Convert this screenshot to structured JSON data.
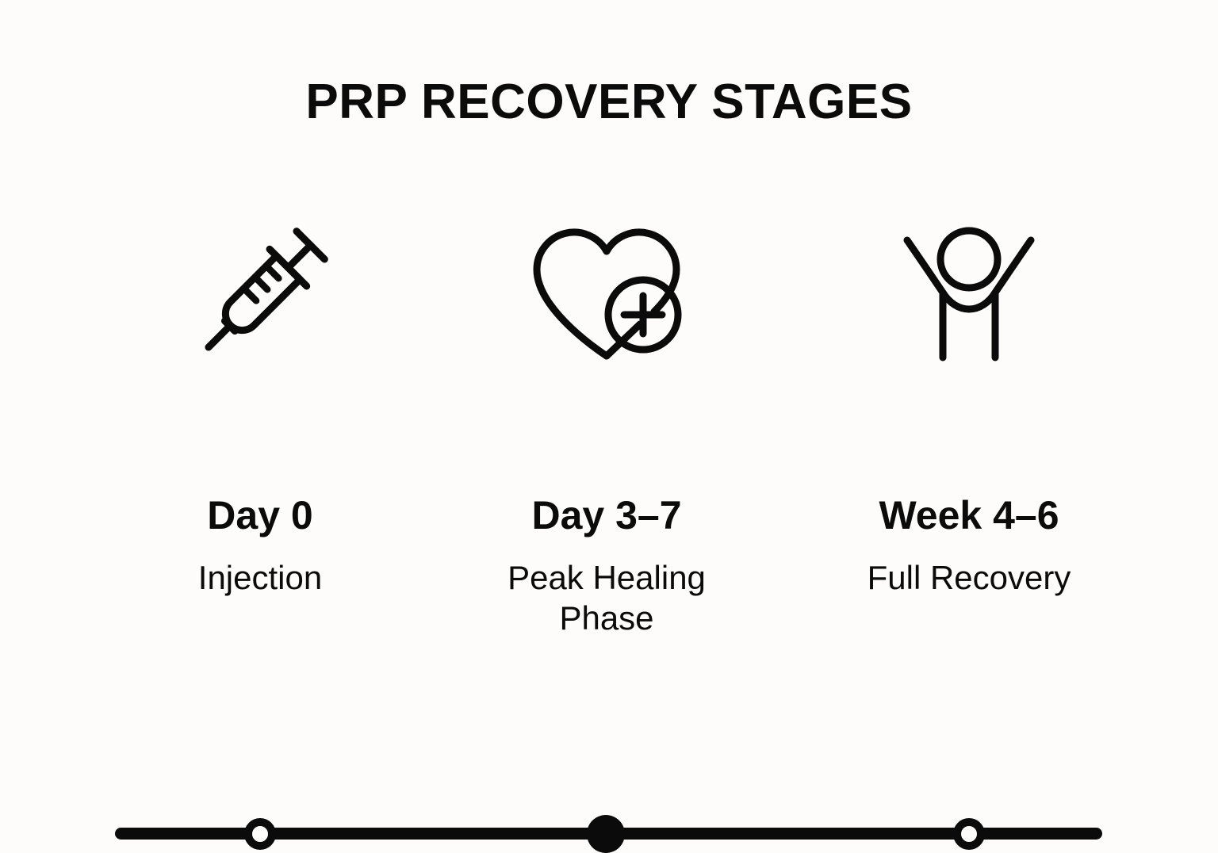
{
  "background_color": "#FDFCFA",
  "ink_color": "#0B0B0B",
  "header": {
    "title": "PRP RECOVERY STAGES"
  },
  "timeline": {
    "orientation": "horizontal",
    "line_color": "#0B0B0B",
    "stages": [
      {
        "icon": "syringe-icon",
        "marker_style": "hollow",
        "title": "Day 0",
        "subtitle": "Injection"
      },
      {
        "icon": "heart-plus-icon",
        "marker_style": "filled",
        "title": "Day 3–7",
        "subtitle": "Peak Healing Phase"
      },
      {
        "icon": "celebrating-person-icon",
        "marker_style": "hollow",
        "title": "Week 4–6",
        "subtitle": "Full Recovery"
      }
    ]
  }
}
